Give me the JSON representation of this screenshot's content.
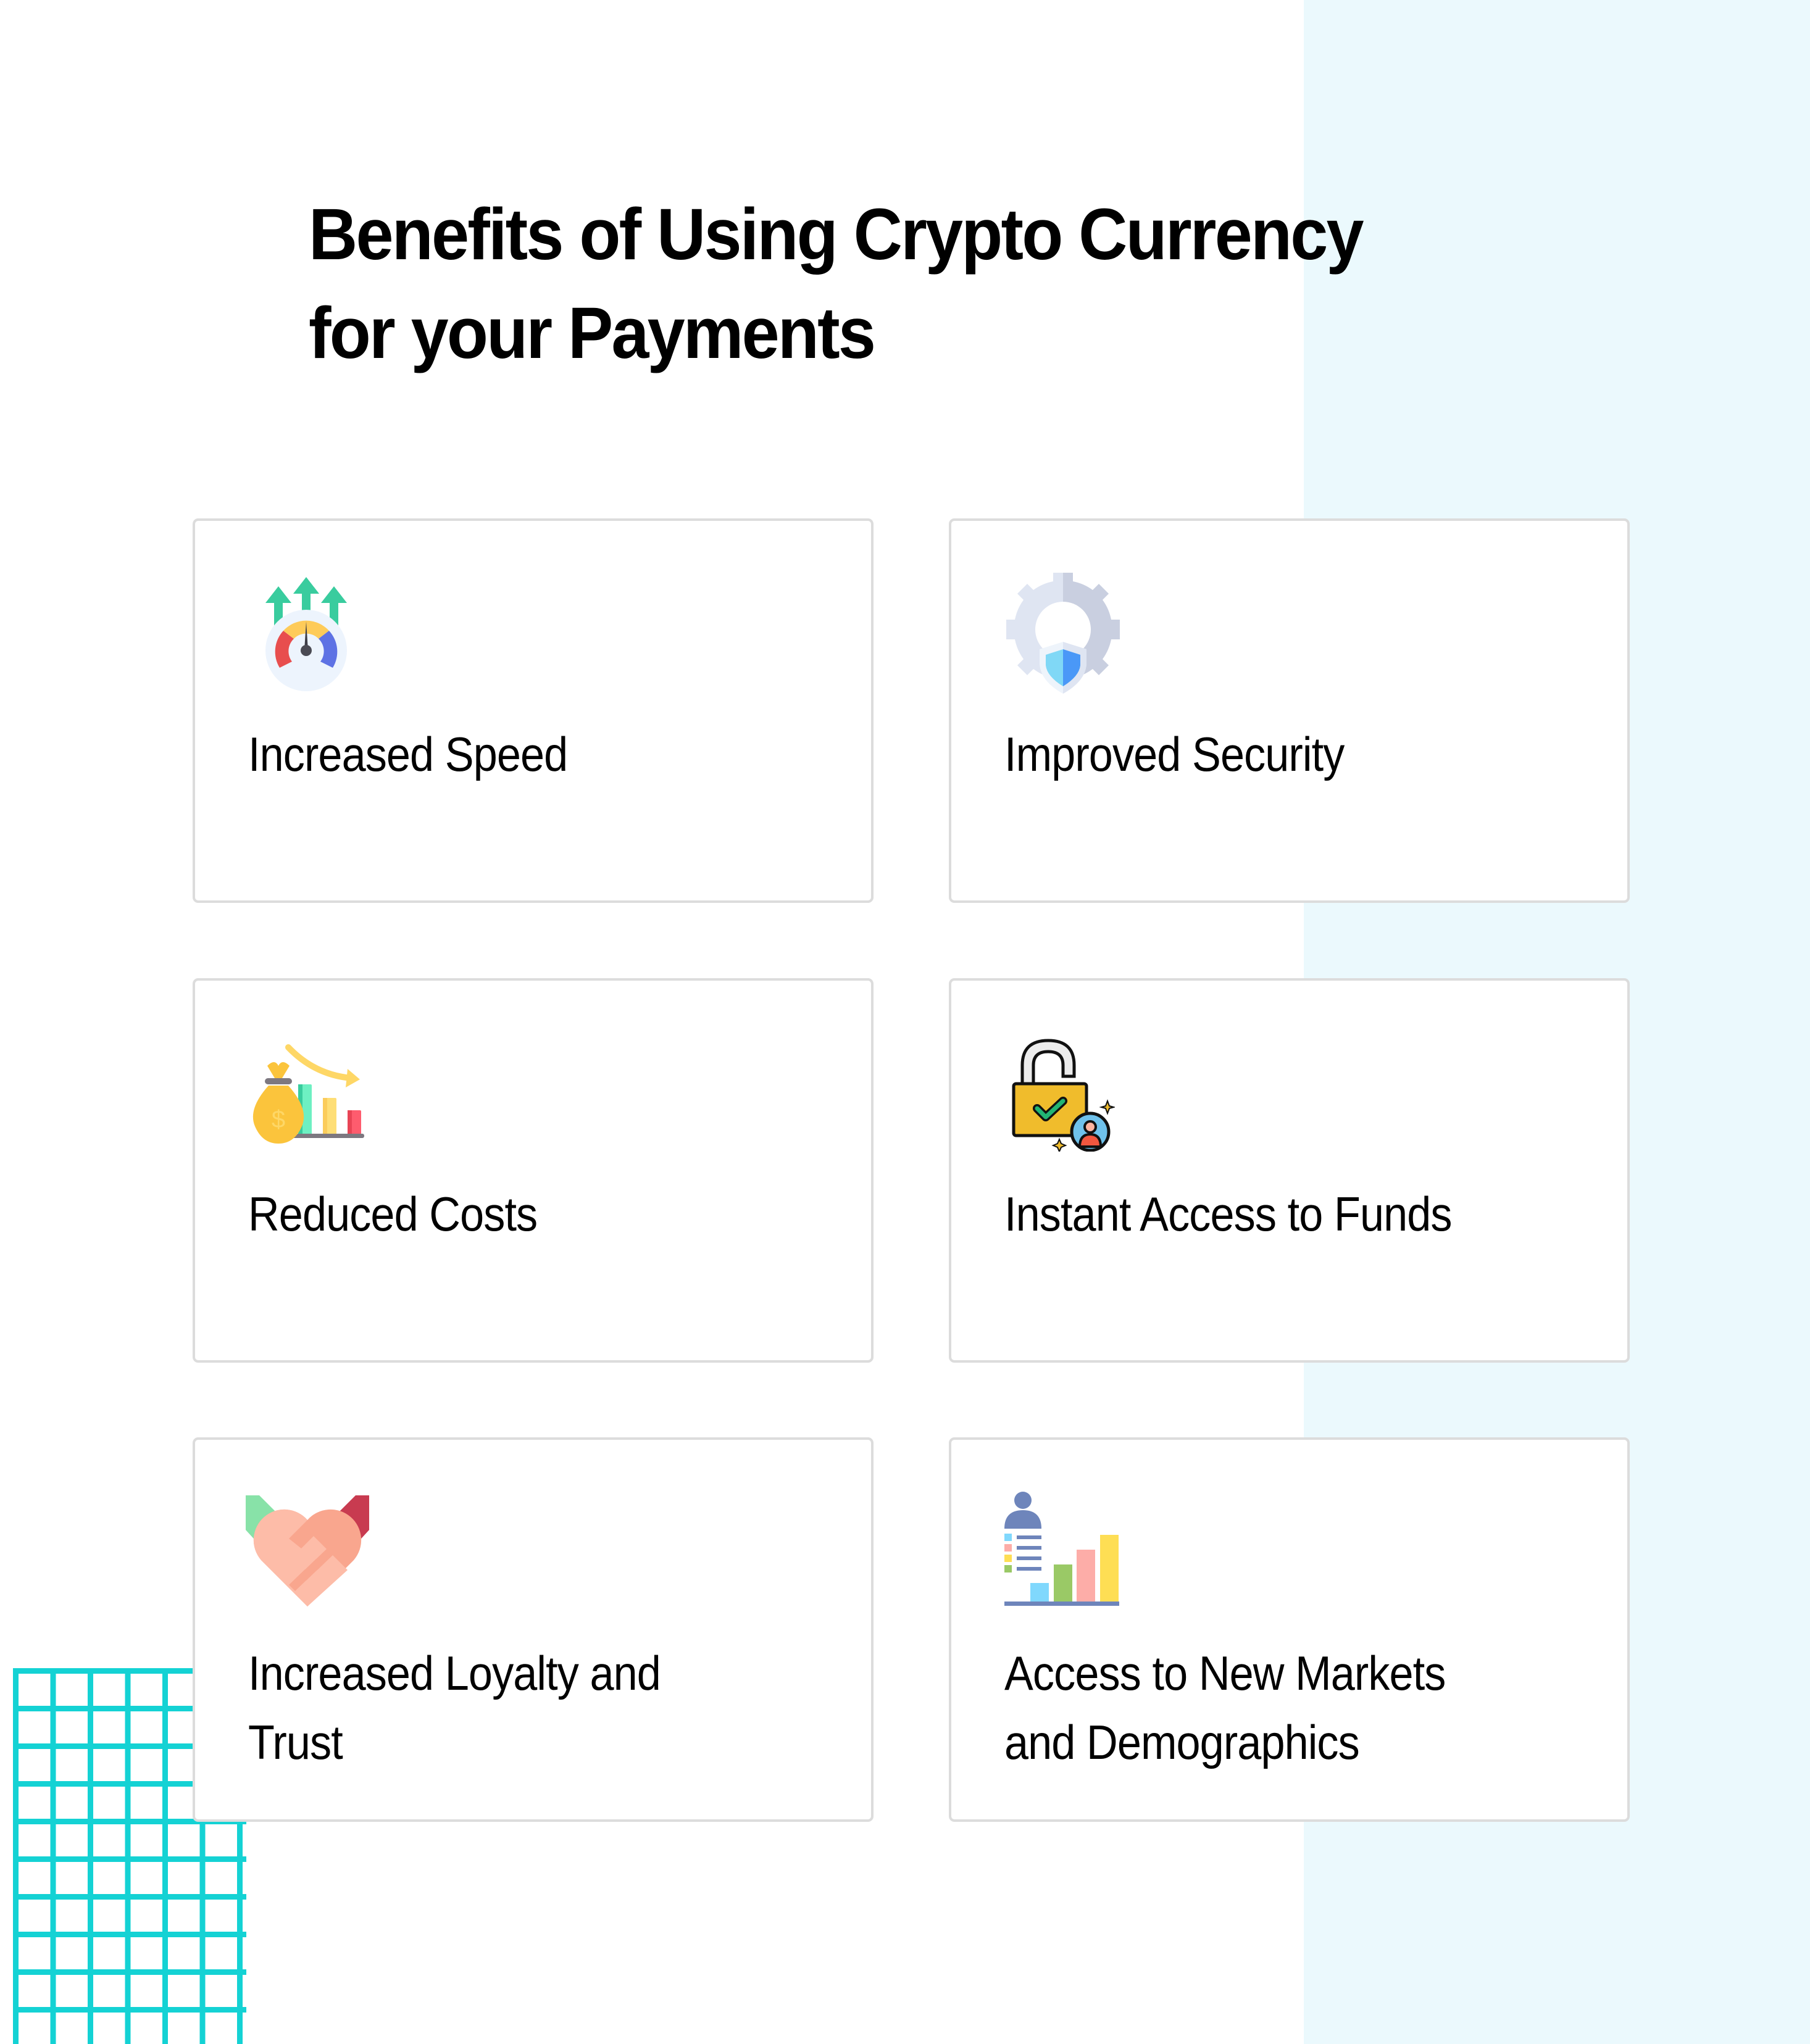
{
  "page": {
    "title_line1": "Benefits of Using Crypto Currency",
    "title_line2": "for your Payments"
  },
  "colors": {
    "background": "#ffffff",
    "accent_panel": "#ebf9fd",
    "dot_pattern": "#14d2d4",
    "card_border": "#dcdcdc",
    "text": "#000000"
  },
  "benefits": [
    {
      "icon": "speedometer-arrows-icon",
      "label": "Increased Speed"
    },
    {
      "icon": "gear-shield-icon",
      "label": "Improved Security"
    },
    {
      "icon": "money-bag-chart-down-icon",
      "label": "Reduced Costs"
    },
    {
      "icon": "unlocked-padlock-user-icon",
      "label": "Instant Access to Funds"
    },
    {
      "icon": "heart-handshake-icon",
      "label": "Increased Loyalty and Trust"
    },
    {
      "icon": "demographics-bar-chart-icon",
      "label": "Access to New Markets and Demographics"
    }
  ]
}
